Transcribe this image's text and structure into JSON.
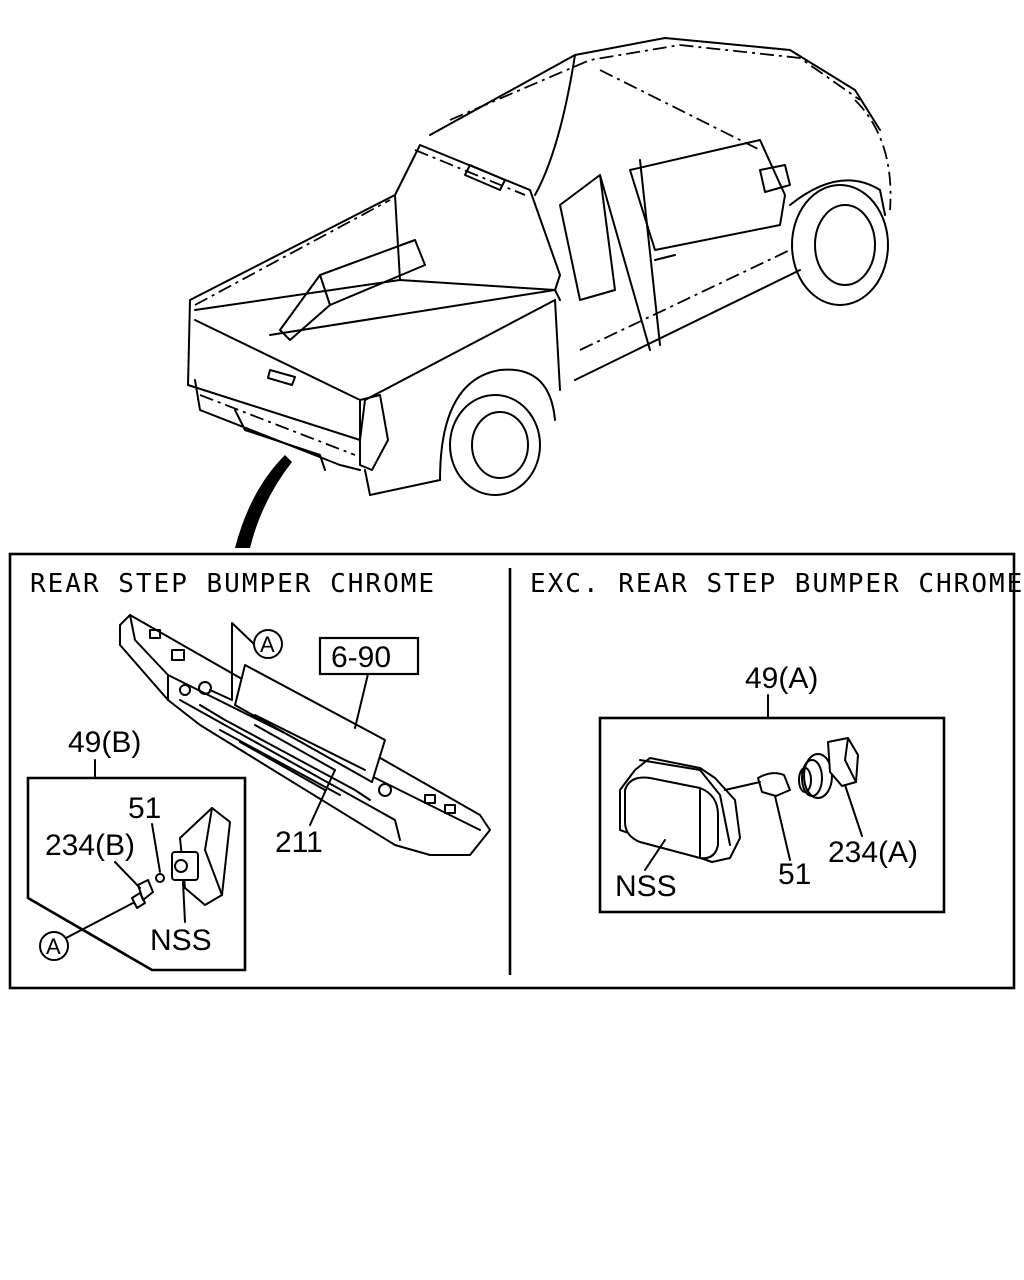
{
  "panels": {
    "left": {
      "title": "REAR STEP BUMPER CHROME",
      "callouts": {
        "ref_box": "6-90",
        "ref_a_top": "A",
        "bumper": "211",
        "assembly": "49(B)",
        "bulb": "51",
        "socket": "234(B)",
        "lamp": "NSS",
        "ref_a_bottom": "A"
      }
    },
    "right": {
      "title": "EXC. REAR STEP BUMPER CHROME",
      "callouts": {
        "assembly": "49(A)",
        "lamp": "NSS",
        "bulb": "51",
        "socket": "234(A)"
      }
    }
  }
}
